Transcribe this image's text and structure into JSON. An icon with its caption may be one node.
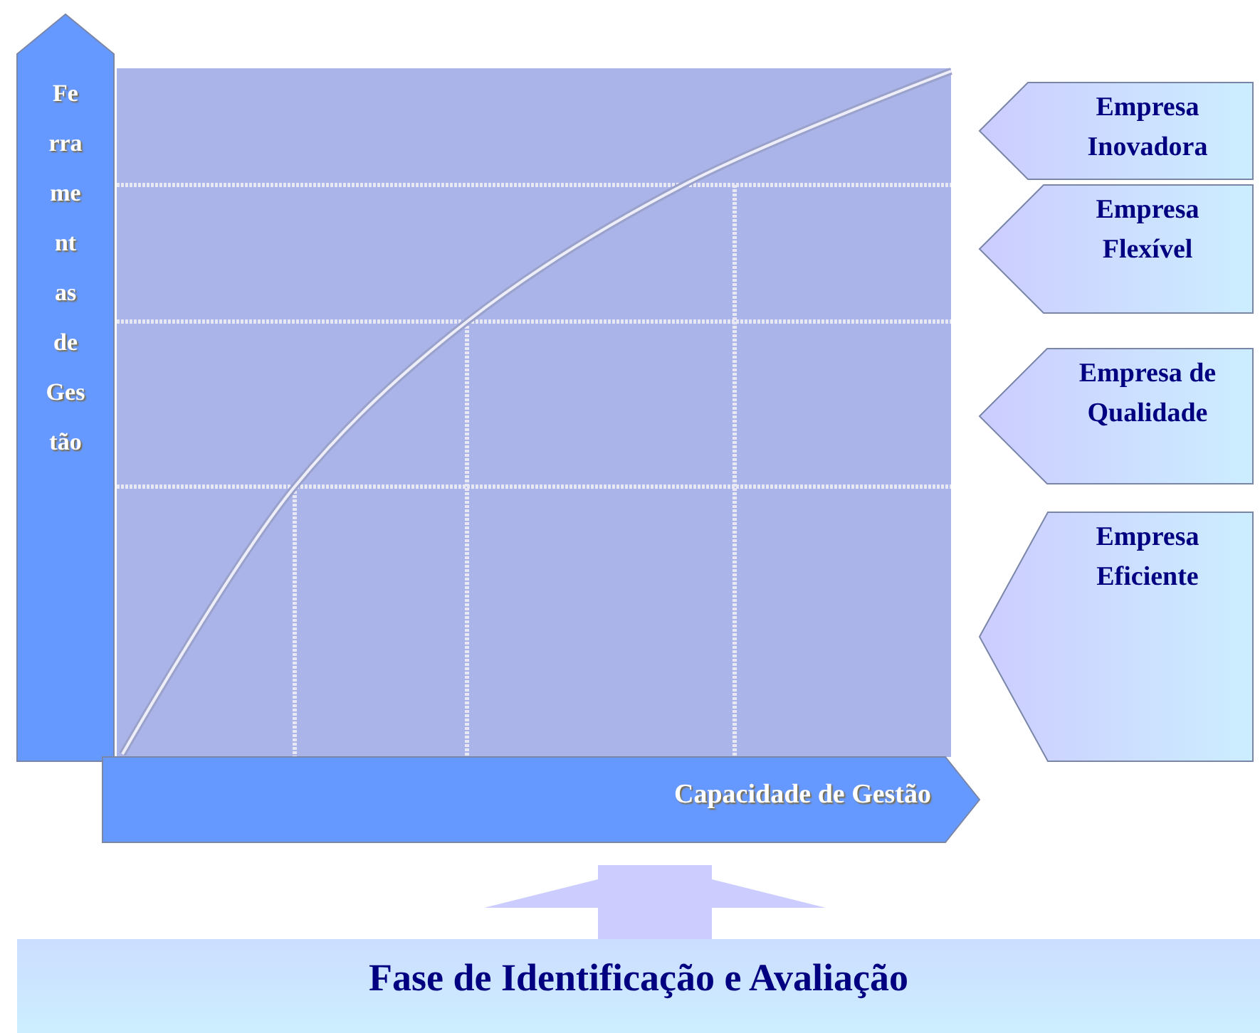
{
  "diagram": {
    "nodes": [
      {
        "text": [
          "Fe rra me nt as de Ges tão"
        ]
      },
      {
        "text": [
          "Capacidade de Gestão"
        ]
      },
      {
        "text": [
          "Empresa Inovadora"
        ]
      },
      {
        "text": [
          "Empresa Flexível"
        ]
      },
      {
        "text": [
          "Empresa de Qualidade"
        ]
      },
      {
        "text": [
          "Empresa Eficiente"
        ]
      },
      {
        "text": [
          "Fase de Identificação e Avaliação"
        ]
      }
    ],
    "edges": [
      {
        "from": 6,
        "to": 1,
        "arrow": "to",
        "color": "#ccccff"
      }
    ]
  }
}
